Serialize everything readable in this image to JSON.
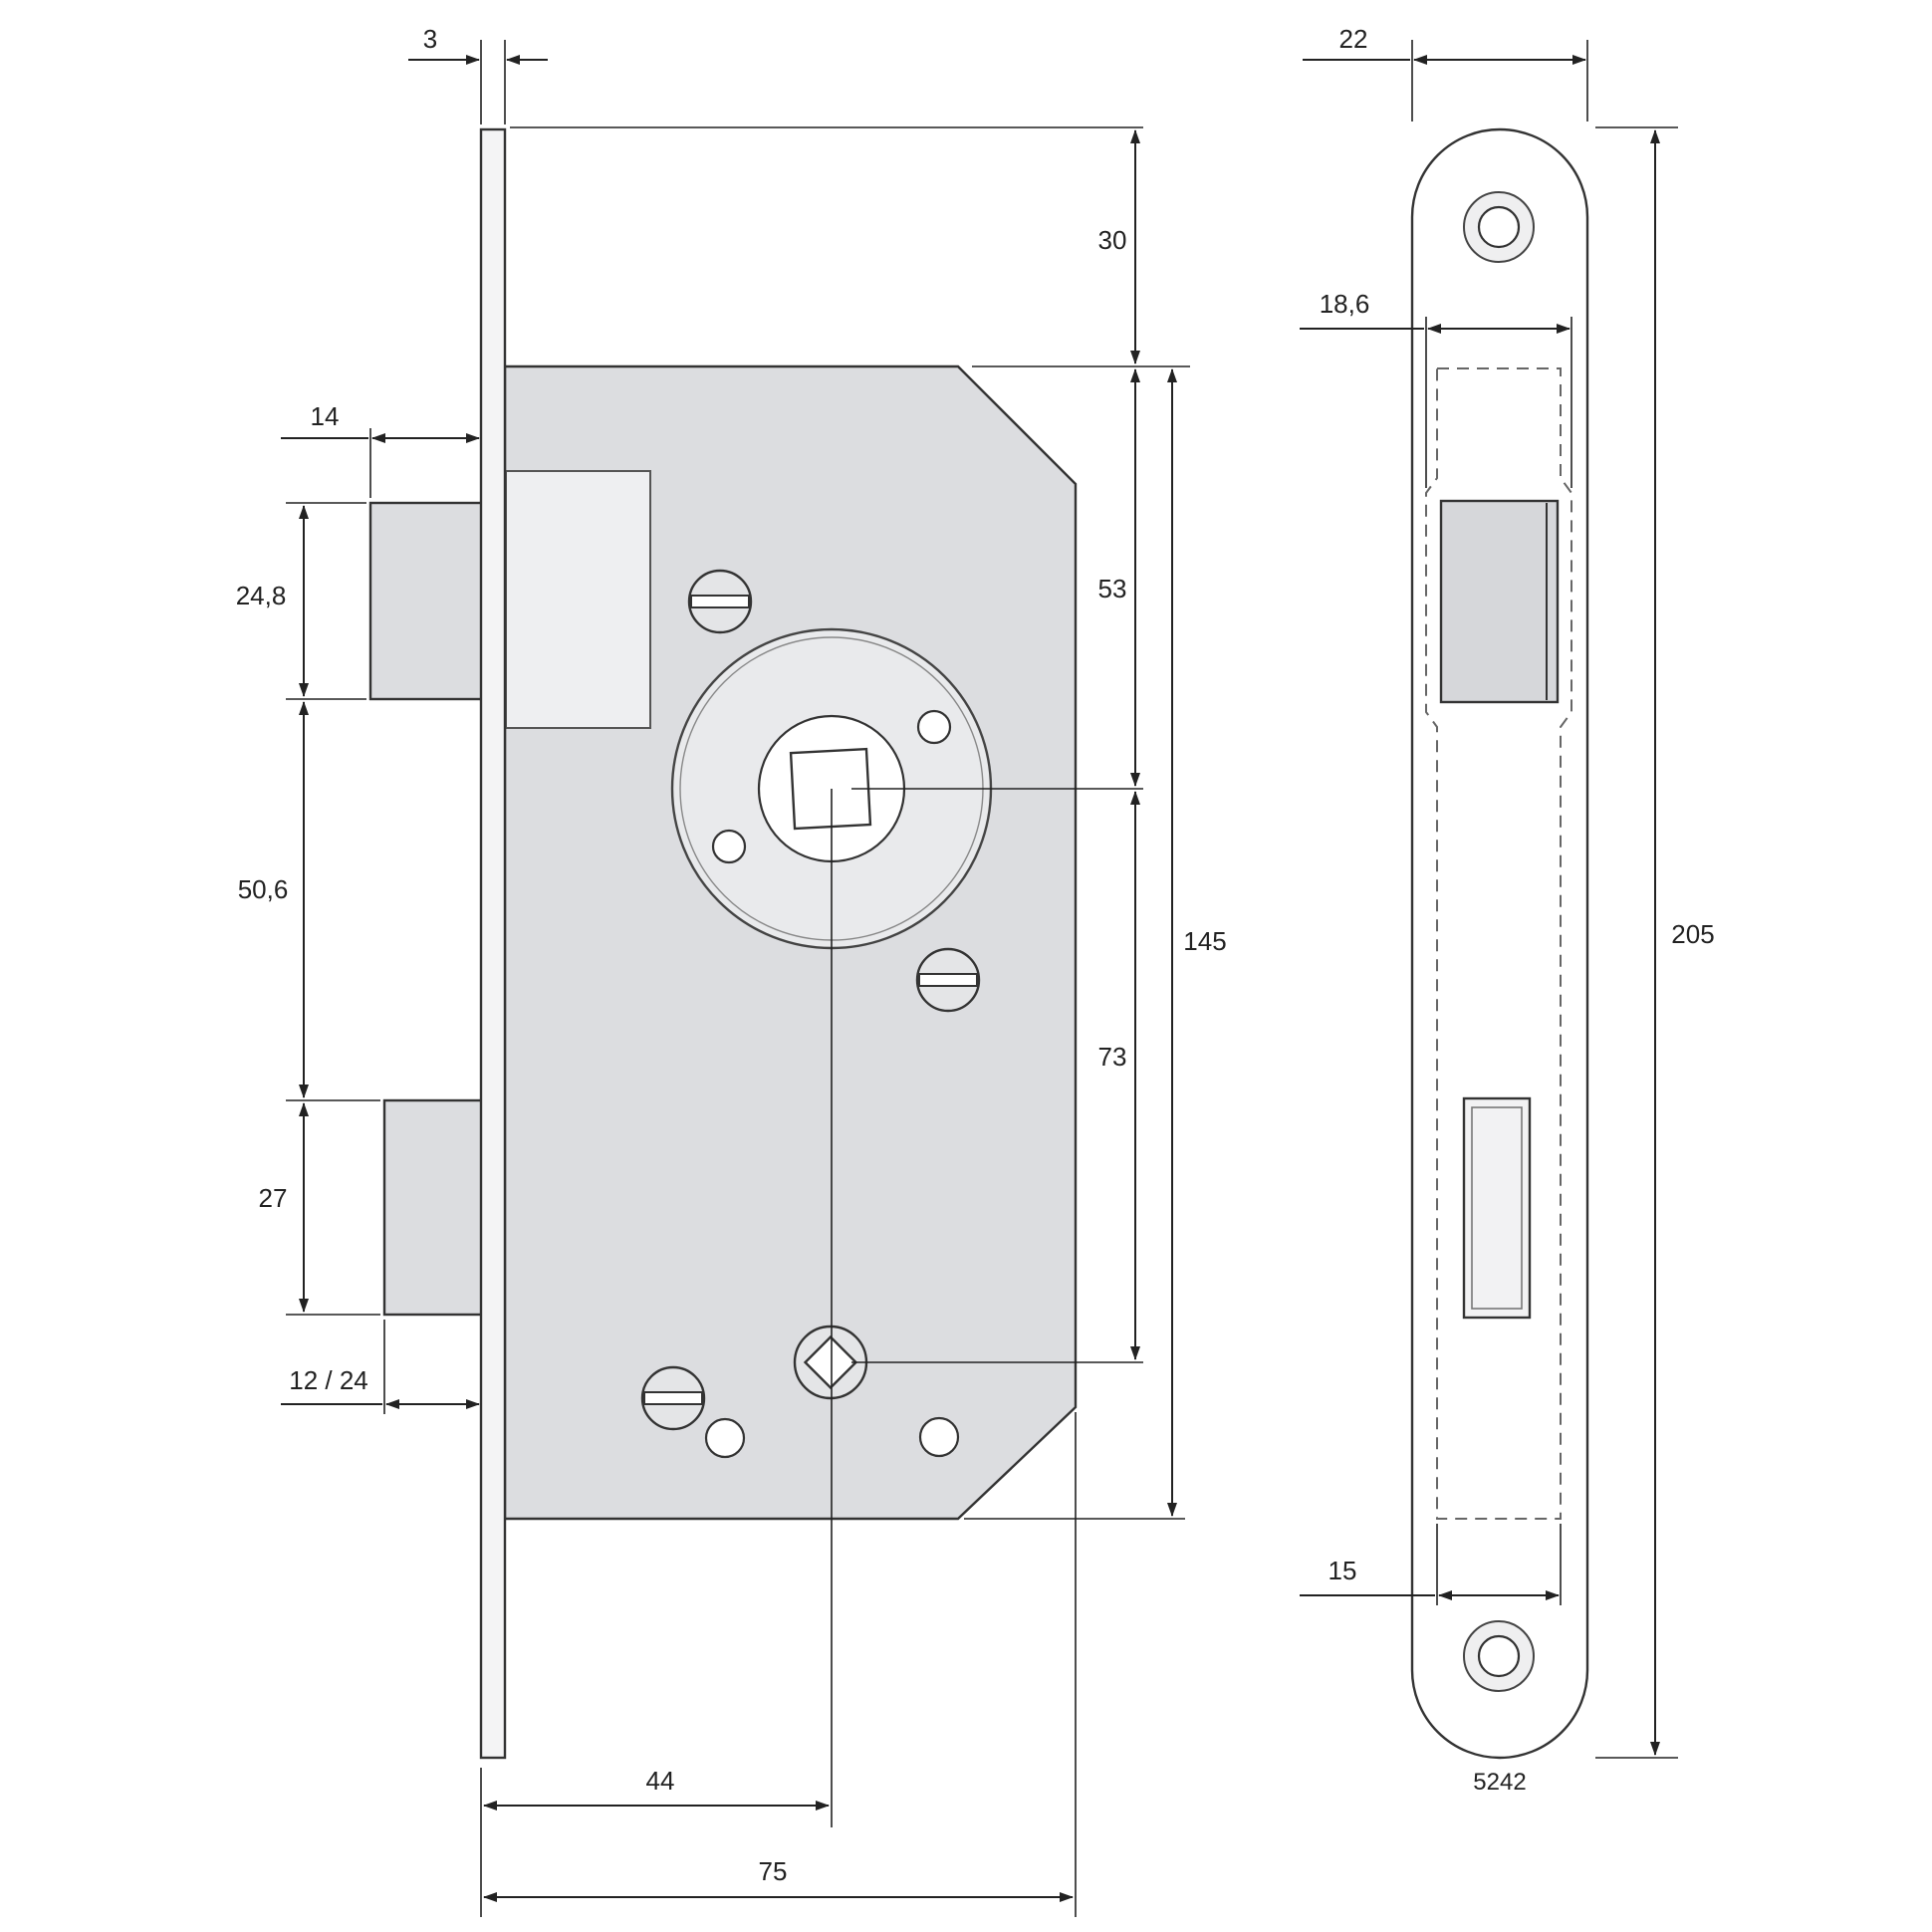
{
  "colors": {
    "line": "#222222",
    "body_fill": "#dcdde0",
    "highlight_fill": "#eeeff1",
    "background": "#ffffff"
  },
  "side_view": {
    "dimensions": {
      "faceplate_thickness": "3",
      "top_to_case": "30",
      "latch_projection": "14",
      "latch_height": "24,8",
      "latch_to_bolt": "50,6",
      "bolt_height": "27",
      "bolt_throw": "12 / 24",
      "case_top_to_follower": "53",
      "follower_to_keyhole": "73",
      "case_height": "145",
      "backset": "44",
      "case_depth": "75"
    }
  },
  "front_view": {
    "dimensions": {
      "faceplate_width": "22",
      "case_width": "18,6",
      "bolt_width": "15",
      "faceplate_length": "205"
    },
    "model_number": "5242"
  }
}
